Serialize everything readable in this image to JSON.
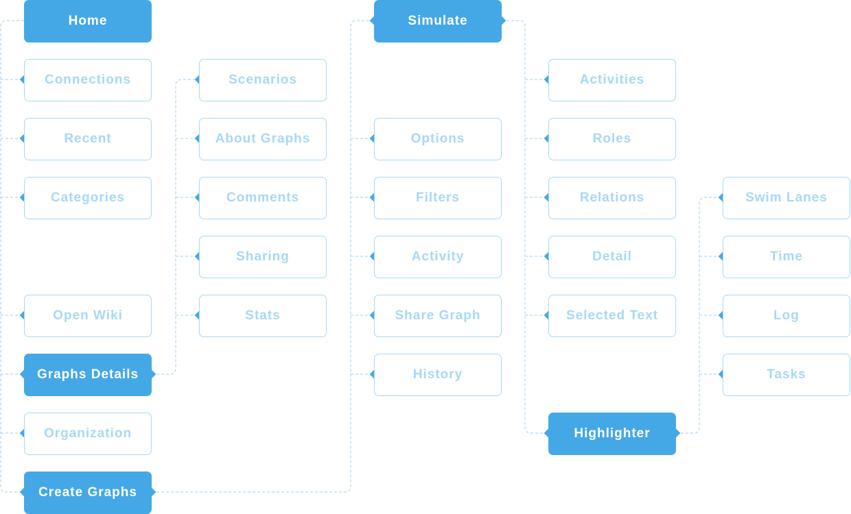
{
  "colors": {
    "primary": "#45a8e6",
    "secondary_text": "#a8d8f5",
    "connector": "#9ecdf0",
    "marker": "#45a8e6"
  },
  "nodes": {
    "home": "Home",
    "connections": "Connections",
    "recent": "Recent",
    "categories": "Categories",
    "open_wiki": "Open Wiki",
    "graphs_details": "Graphs Details",
    "organization": "Organization",
    "create_graphs": "Create Graphs",
    "scenarios": "Scenarios",
    "about_graphs": "About Graphs",
    "comments": "Comments",
    "sharing": "Sharing",
    "stats": "Stats",
    "simulate": "Simulate",
    "options": "Options",
    "filters": "Filters",
    "activity": "Activity",
    "share_graph": "Share Graph",
    "history": "History",
    "activities": "Activities",
    "roles": "Roles",
    "relations": "Relations",
    "detail": "Detail",
    "selected_text": "Selected Text",
    "highlighter": "Highlighter",
    "swim_lanes": "Swim Lanes",
    "time": "Time",
    "log": "Log",
    "tasks": "Tasks"
  }
}
